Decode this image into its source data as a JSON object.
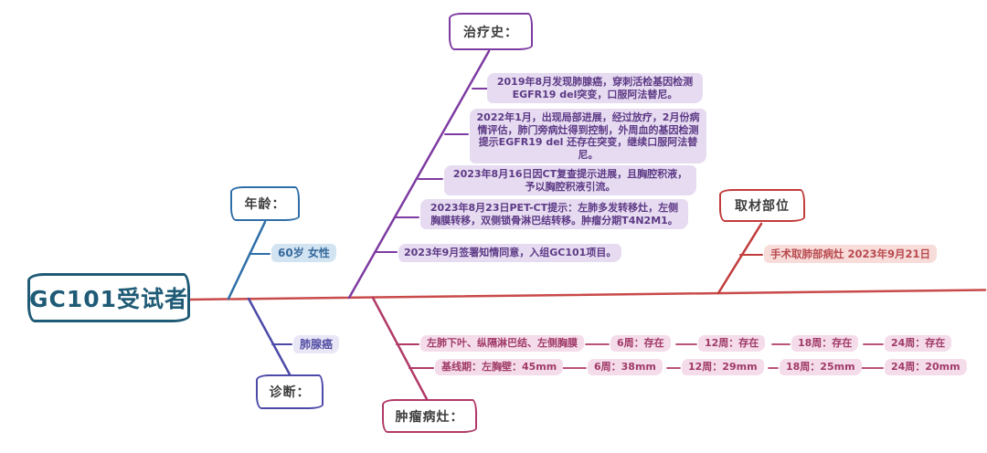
{
  "title": {
    "label": "GC101受试者"
  },
  "colors": {
    "main": "#1f5b76",
    "spine": "#c94a4a",
    "age_branch": "#2e6ea8",
    "age_leaf_bg": "#d2e4f2",
    "treatment_branch": "#7d3ba2",
    "treatment_leaf_bg": "#e6dbf0",
    "treatment_text": "#5d3a86",
    "sampling_branch": "#c23c3c",
    "sampling_leaf_bg": "#f7dcda",
    "diagnosis_branch": "#4c4aa8",
    "diagnosis_leaf_bg": "#e9e6f6",
    "lesions_branch": "#b13a68",
    "lesions_leaf_bg": "#f5dcea",
    "node_label_text": "#3d3d3d"
  },
  "age": {
    "label": "年龄：",
    "leaf": "60岁 女性"
  },
  "treatment": {
    "label": "治疗史：",
    "items": [
      "2019年8月发现肺腺癌，穿刺活检基因检测EGFR19 del突变，口服阿法替尼。",
      "2022年1月，出现局部进展，经过放疗，2月份病情评估，肺门旁病灶得到控制，外周血的基因检测提示EGFR19 del 还存在突变，继续口服阿法替尼。",
      "2023年8月16日因CT复查提示进展，且胸腔积液，予以胸腔积液引流。",
      "2023年8月23日PET-CT提示：左肺多发转移灶，左侧胸膜转移，双侧锁骨淋巴结转移。肿瘤分期T4N2M1。",
      "2023年9月签署知情同意，入组GC101项目。"
    ]
  },
  "sampling": {
    "label": "取材部位",
    "leaf": "手术取肺部病灶  2023年9月21日"
  },
  "diagnosis": {
    "label": "诊断：",
    "leaf": "肺腺癌"
  },
  "lesions": {
    "label": "肿瘤病灶：",
    "presence": [
      "左肺下叶、纵隔淋巴结、左侧胸膜",
      "6周：存在",
      "12周：存在",
      "18周：存在",
      "24周：存在"
    ],
    "size": [
      "基线期：左胸壁：45mm",
      "6周：38mm",
      "12周：29mm",
      "18周：25mm",
      "24周：20mm"
    ]
  }
}
